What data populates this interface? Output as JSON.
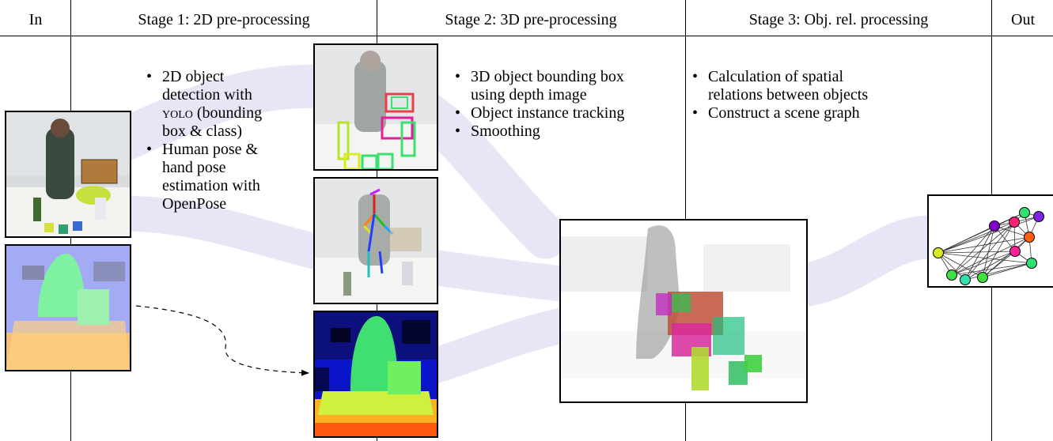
{
  "columns": {
    "in": "In",
    "stage1": "Stage 1: 2D pre-processing",
    "stage2": "Stage 2: 3D pre-processing",
    "stage3": "Stage 3: Obj. rel. processing",
    "out": "Out"
  },
  "stage1_bullets": {
    "b1_line1": "2D object",
    "b1_line2": "detection with",
    "b1_line3_sc": "yolo",
    "b1_line3_rest": " (bounding",
    "b1_line4": "box & class)",
    "b2_line1": "Human pose &",
    "b2_line2": "hand pose",
    "b2_line3": "estimation with",
    "b2_line4": "OpenPose"
  },
  "stage2_bullets": {
    "b1_line1": "3D object bounding box",
    "b1_line2": "using depth image",
    "b2": "Object instance tracking",
    "b3": "Smoothing"
  },
  "stage3_bullets": {
    "b1_line1": "Calculation of spatial",
    "b1_line2": "relations between objects",
    "b2": "Construct a scene graph"
  },
  "colors": {
    "flow_band": "#e6e6f6",
    "box_red": "#e8404a",
    "box_magenta": "#e0209a",
    "box_green": "#3ee070",
    "box_lime": "#b6e42c",
    "node_colors": [
      "#d8ea20",
      "#8000c8",
      "#30e070",
      "#ff2078",
      "#ff6010",
      "#30e0b0"
    ]
  }
}
